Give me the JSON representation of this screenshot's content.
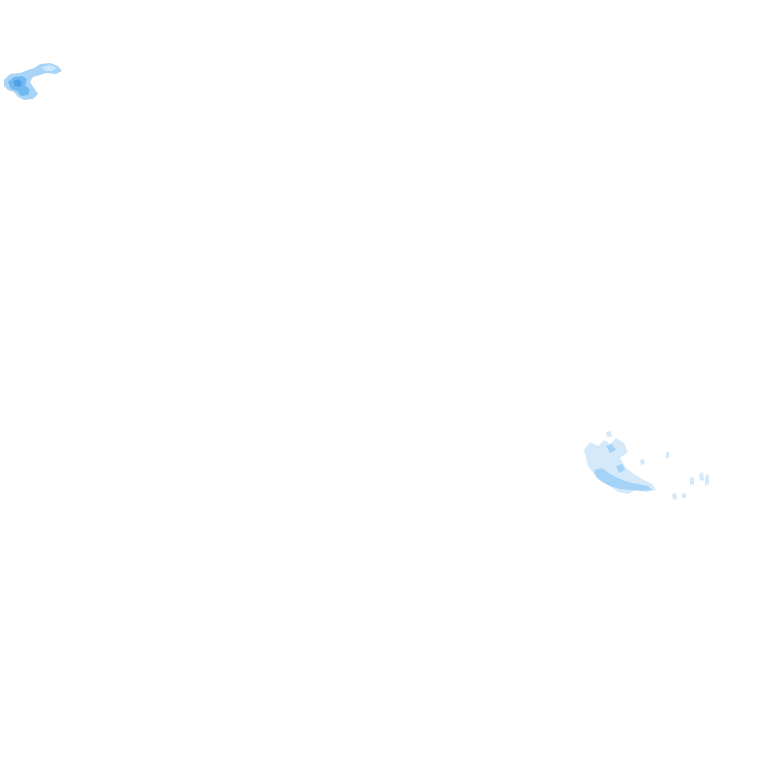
{
  "map": {
    "background_color": "#ffffff",
    "palette": {
      "light": "#cfe8fb",
      "mid": "#9fd0f6",
      "strong": "#6cb5ee",
      "deep": "#4a9fe6"
    },
    "regions": [
      {
        "name": "precip-cell-northwest",
        "intensity": "strong"
      },
      {
        "name": "precip-cell-east",
        "intensity": "light"
      }
    ]
  }
}
